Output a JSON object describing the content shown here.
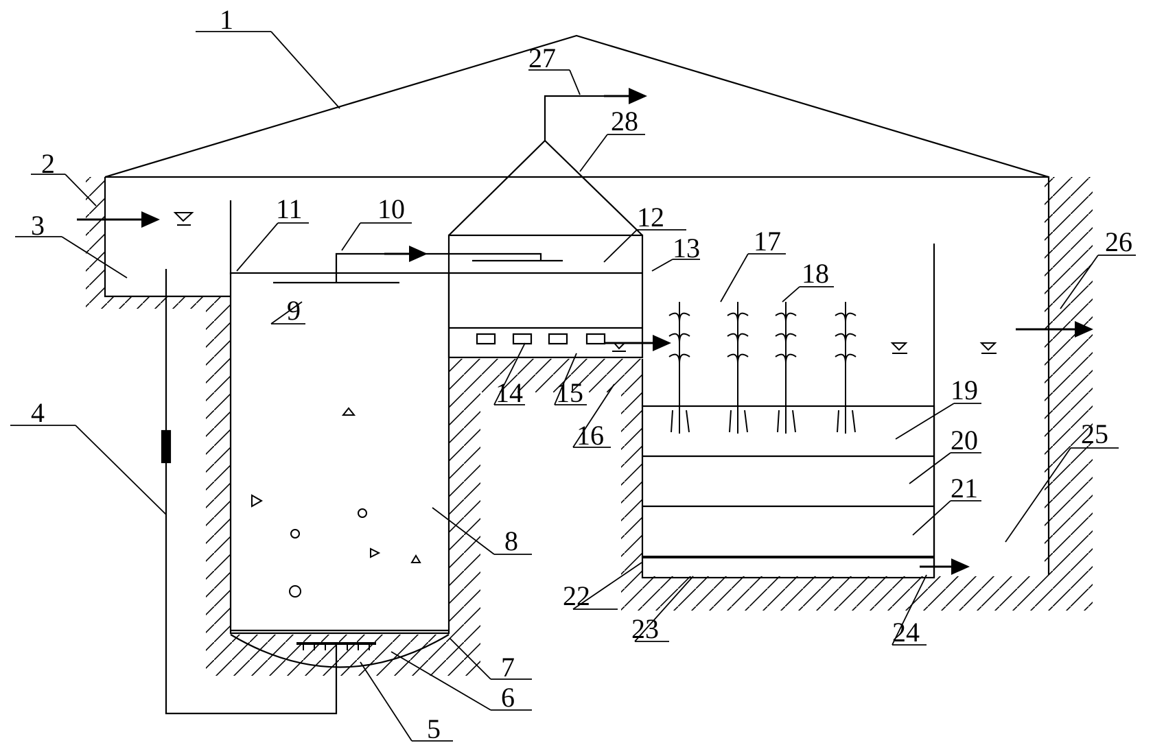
{
  "diagram": {
    "labels": {
      "l1": "1",
      "l2": "2",
      "l3": "3",
      "l4": "4",
      "l5": "5",
      "l6": "6",
      "l7": "7",
      "l8": "8",
      "l9": "9",
      "l10": "10",
      "l11": "11",
      "l12": "12",
      "l13": "13",
      "l14": "14",
      "l15": "15",
      "l16": "16",
      "l17": "17",
      "l18": "18",
      "l19": "19",
      "l20": "20",
      "l21": "21",
      "l22": "22",
      "l23": "23",
      "l24": "24",
      "l25": "25",
      "l26": "26",
      "l27": "27",
      "l28": "28"
    },
    "colors": {
      "line": "#000000",
      "background": "#ffffff"
    }
  }
}
